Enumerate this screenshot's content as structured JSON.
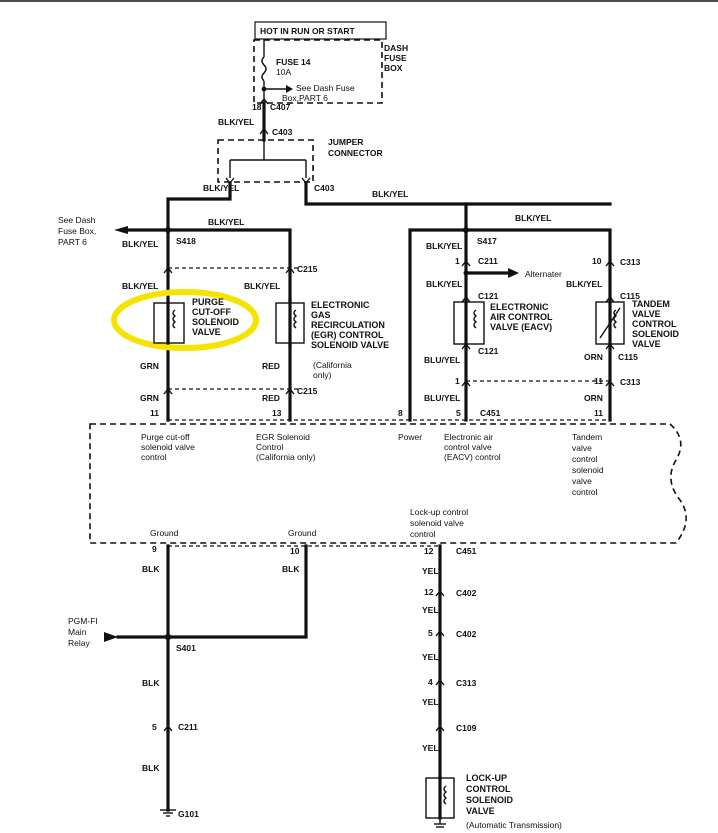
{
  "colors": {
    "ink": "#111111",
    "highlight": "#f6e300",
    "paper": "#ffffff"
  },
  "top": {
    "power": "HOT IN RUN OR START",
    "fuse_name": "FUSE 14",
    "fuse_rating": "10A",
    "dash_fuse_box": [
      "DASH",
      "FUSE",
      "BOX"
    ],
    "see_dash_fuse_box": [
      "See Dash Fuse",
      "Box,PART 6"
    ],
    "c407_pin": "18",
    "c407": "C407",
    "wire_blkyel": "BLK/YEL",
    "c403": "C403",
    "jumper_connector": [
      "JUMPER",
      "CONNECTOR"
    ]
  },
  "left_branch": {
    "see_dash": [
      "See Dash",
      "Fuse Box,",
      "PART 6"
    ],
    "s418": "S418",
    "c215": "C215",
    "purge_valve": [
      "PURGE",
      "CUT-OFF",
      "SOLENOID",
      "VALVE"
    ],
    "egr_valve": [
      "ELECTRONIC",
      "GAS",
      "RECIRCULATION",
      "(EGR) CONTROL",
      "SOLENOID VALVE",
      "(California",
      "only)"
    ],
    "grn": "GRN",
    "red": "RED",
    "pin11": "11",
    "pin13": "13"
  },
  "right_branch": {
    "s417": "S417",
    "c211": "C211",
    "pin1": "1",
    "alternator": "Alternater",
    "c121": "C121",
    "eacv": [
      "ELECTRONIC",
      "AIR CONTROL",
      "VALVE (EACV)"
    ],
    "bluyel": "BLU/YEL",
    "c313": "C313",
    "pin10": "10",
    "c115": "C115",
    "tandem": [
      "TANDEM",
      "VALVE",
      "CONTROL",
      "SOLENOID",
      "VALVE"
    ],
    "orn": "ORN",
    "c451": "C451",
    "pin8": "8",
    "pin5": "5",
    "pin11": "11"
  },
  "ecu_labels": {
    "purge": [
      "Purge cut-off",
      "solenoid valve",
      "control"
    ],
    "egr": [
      "EGR Solenoid",
      "Control",
      "(California only)"
    ],
    "power": "Power",
    "eacv": [
      "Electronic air",
      "control valve",
      "(EACV) control"
    ],
    "tandem": [
      "Tandem",
      "valve",
      "control",
      "solenoid",
      "valve",
      "control"
    ],
    "ground": "Ground",
    "lockup": [
      "Lock-up control",
      "solenoid valve",
      "control"
    ]
  },
  "bottom": {
    "pin9": "9",
    "pin10": "10",
    "pin12": "12",
    "pin5": "5",
    "pin4": "4",
    "blk": "BLK",
    "yel": "YEL",
    "c451": "C451",
    "c402": "C402",
    "c313": "C313",
    "c109": "C109",
    "c211": "C211",
    "s401": "S401",
    "g101": "G101",
    "pgm_fi": [
      "PGM-FI",
      "Main",
      "Relay"
    ],
    "lockup_valve": [
      "LOCK-UP",
      "CONTROL",
      "SOLENOID",
      "VALVE",
      "(Automatic Transmission)"
    ]
  }
}
